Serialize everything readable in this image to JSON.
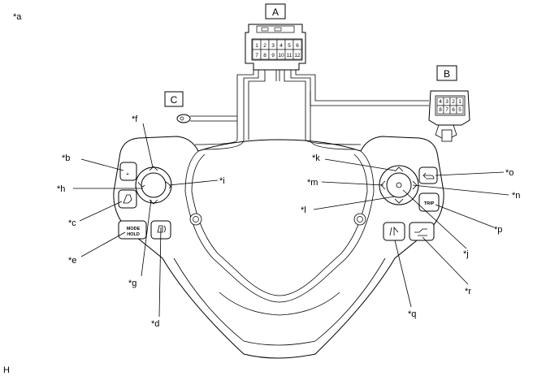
{
  "corner_label": "*a",
  "footer_label": "H",
  "connectors": [
    {
      "id": "A",
      "label": "A",
      "pins_top": [
        "1",
        "2",
        "3",
        "4",
        "5",
        "6"
      ],
      "pins_bottom": [
        "7",
        "8",
        "9",
        "10",
        "11",
        "12"
      ]
    },
    {
      "id": "B",
      "label": "B",
      "pins_top": [
        "4",
        "3",
        "2",
        "1"
      ],
      "pins_bottom": [
        "8",
        "7",
        "6",
        "5"
      ]
    },
    {
      "id": "C",
      "label": "C"
    }
  ],
  "callouts": [
    "*b",
    "*c",
    "*d",
    "*e",
    "*f",
    "*g",
    "*h",
    "*i",
    "*j",
    "*k",
    "*l",
    "*m",
    "*n",
    "*o",
    "*p",
    "*q",
    "*r"
  ],
  "button_text": {
    "mode": "MODE",
    "hold": "HOLD",
    "trip": "TRIP",
    "plus": "+"
  }
}
